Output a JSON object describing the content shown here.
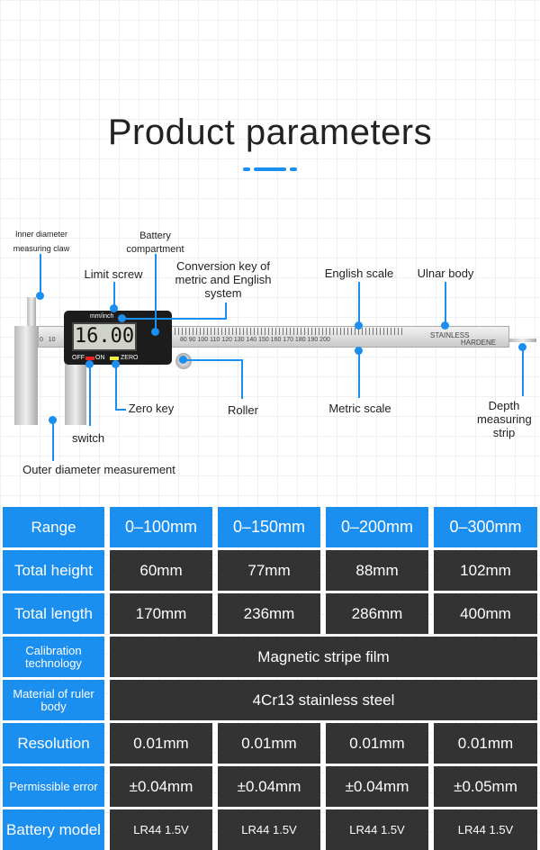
{
  "title": "Product parameters",
  "diagram": {
    "display": "16.00",
    "mm_inch": "mm/inch",
    "off": "OFF",
    "on": "ON",
    "zero": "ZERO",
    "stainless": "STAINLESS",
    "hardene": "HARDENE",
    "labels": {
      "inner_diameter": "Inner diameter measuring claw",
      "battery": "Battery compartment",
      "limit_screw": "Limit screw",
      "conversion": "Conversion key of metric and English system",
      "english_scale": "English scale",
      "ulnar_body": "Ulnar body",
      "zero_key": "Zero key",
      "roller": "Roller",
      "metric_scale": "Metric scale",
      "depth": "Depth measuring strip",
      "switch": "switch",
      "outer_diameter": "Outer diameter measurement"
    }
  },
  "table": {
    "rows": [
      {
        "label": "Range",
        "values": [
          "0–100mm",
          "0–150mm",
          "0–200mm",
          "0–300mm"
        ]
      },
      {
        "label": "Total height",
        "values": [
          "60mm",
          "77mm",
          "88mm",
          "102mm"
        ]
      },
      {
        "label": "Total length",
        "values": [
          "170mm",
          "236mm",
          "286mm",
          "400mm"
        ]
      },
      {
        "label": "Calibration technology",
        "values": [
          "Magnetic stripe film"
        ]
      },
      {
        "label": "Material of ruler body",
        "values": [
          "4Cr13 stainless steel"
        ]
      },
      {
        "label": "Resolution",
        "values": [
          "0.01mm",
          "0.01mm",
          "0.01mm",
          "0.01mm"
        ]
      },
      {
        "label": "Permissible error",
        "values": [
          "±0.04mm",
          "±0.04mm",
          "±0.04mm",
          "±0.05mm"
        ]
      },
      {
        "label": "Battery model",
        "values": [
          "LR44 1.5V",
          "LR44 1.5V",
          "LR44 1.5V",
          "LR44 1.5V"
        ]
      }
    ]
  },
  "colors": {
    "accent": "#1a8ff0",
    "dark": "#333333"
  }
}
